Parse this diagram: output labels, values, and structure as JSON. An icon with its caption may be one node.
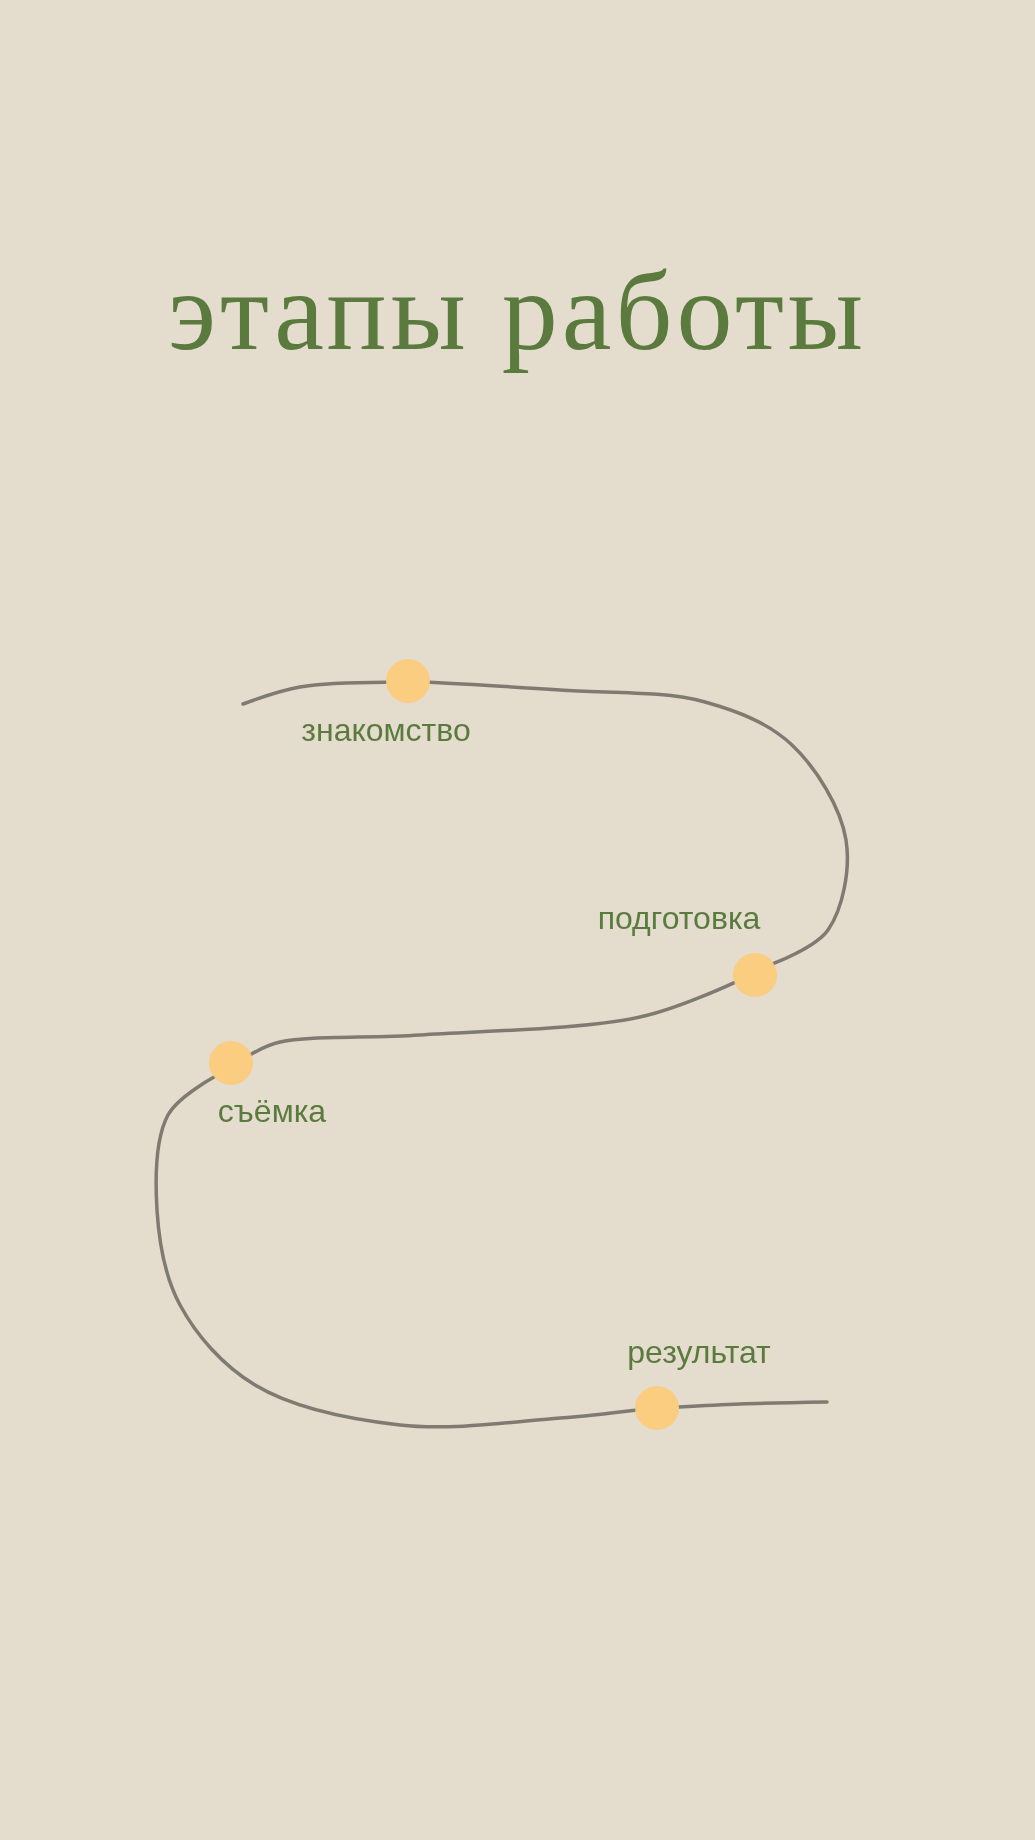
{
  "diagram": {
    "title": "этапы работы",
    "nodes": [
      {
        "text": [],
        "shape": "circle",
        "beside": [
          "знакомство"
        ]
      },
      {
        "text": [],
        "shape": "circle",
        "beside": [
          "подготовка"
        ]
      },
      {
        "text": [],
        "shape": "circle",
        "beside": [
          "съёмка"
        ]
      },
      {
        "text": [],
        "shape": "circle",
        "beside": [
          "результат"
        ]
      }
    ],
    "edges": [
      {
        "from": null,
        "to": 0,
        "arrow": "none"
      },
      {
        "from": 0,
        "to": 1,
        "arrow": "none"
      },
      {
        "from": 1,
        "to": 2,
        "arrow": "none"
      },
      {
        "from": 2,
        "to": 3,
        "arrow": "none"
      },
      {
        "from": 3,
        "to": null,
        "arrow": "none"
      }
    ]
  }
}
